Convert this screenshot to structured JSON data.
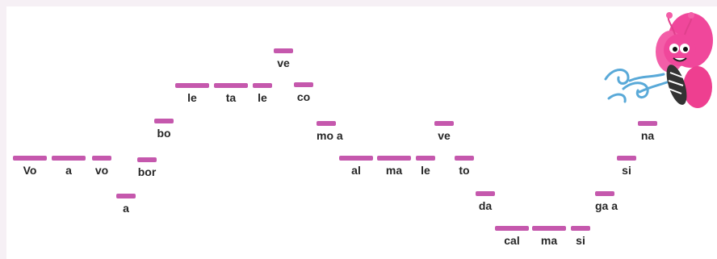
{
  "syllables": [
    {
      "text": "Vo"
    },
    {
      "text": "a"
    },
    {
      "text": "vo"
    },
    {
      "text": "a"
    },
    {
      "text": "bor"
    },
    {
      "text": "bo"
    },
    {
      "text": "le"
    },
    {
      "text": "ta"
    },
    {
      "text": "le"
    },
    {
      "text": "ve"
    },
    {
      "text": "co"
    },
    {
      "text": "mo a"
    },
    {
      "text": "al"
    },
    {
      "text": "ma"
    },
    {
      "text": "le"
    },
    {
      "text": "ve"
    },
    {
      "text": "to"
    },
    {
      "text": "da"
    },
    {
      "text": "cal"
    },
    {
      "text": "ma"
    },
    {
      "text": "si"
    },
    {
      "text": "ga a"
    },
    {
      "text": "si"
    },
    {
      "text": "na"
    }
  ],
  "colors": {
    "bar": "#c558ad",
    "text": "#262626"
  },
  "illustration": {
    "name": "butterfly-icon"
  }
}
